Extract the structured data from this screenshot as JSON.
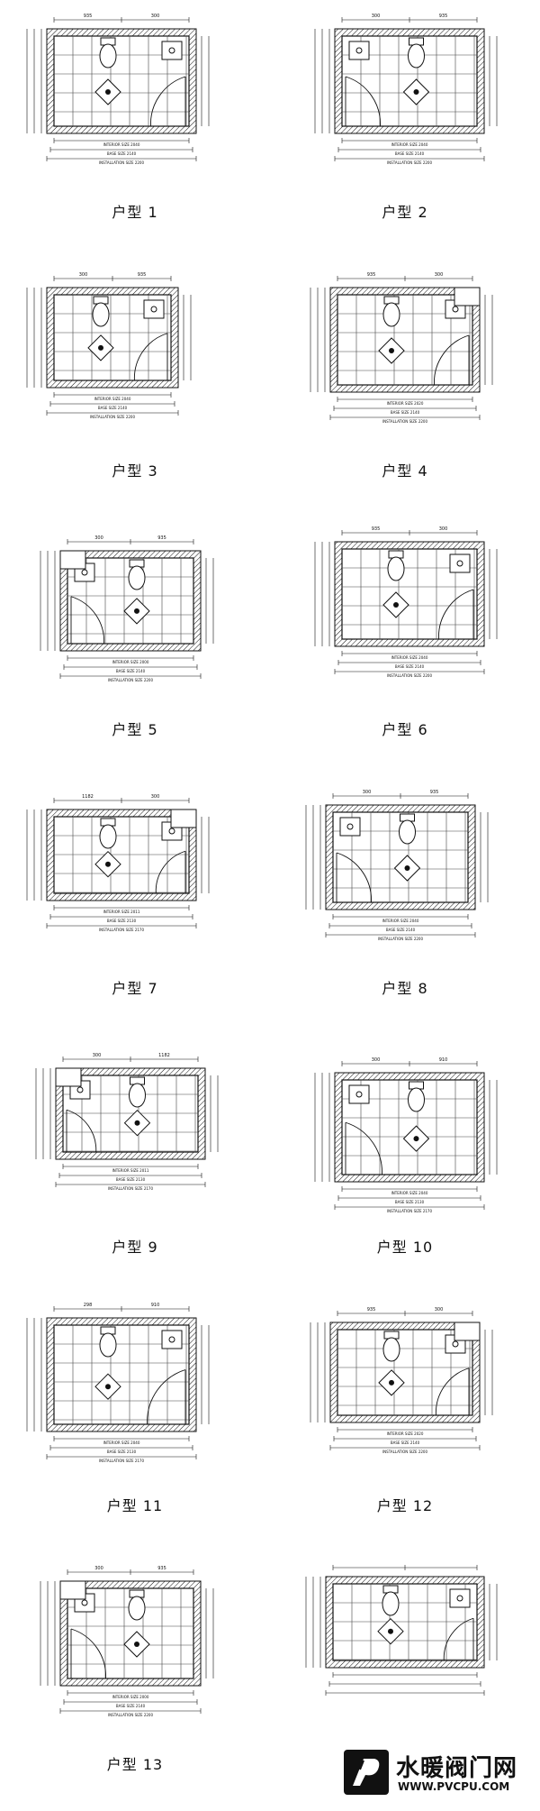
{
  "floorplans": [
    {
      "caption": "户型 1",
      "dims": {
        "top_a": "935",
        "top_b": "300",
        "interior": "INTERIOR SIZE 2040",
        "base": "BASE SIZE 2140",
        "install": "INSTALLATION SIZE 2200"
      }
    },
    {
      "caption": "户型 2",
      "dims": {
        "top_a": "300",
        "top_b": "935",
        "interior": "INTERIOR SIZE 2040",
        "base": "BASE SIZE 2140",
        "install": "INSTALLATION SIZE 2200"
      }
    },
    {
      "caption": "户型 3",
      "dims": {
        "top_a": "300",
        "top_b": "935",
        "interior": "INTERIOR SIZE 2040",
        "base": "BASE SIZE 2140",
        "install": "INSTALLATION SIZE 2200"
      }
    },
    {
      "caption": "户型 4",
      "dims": {
        "top_a": "935",
        "top_b": "300",
        "interior": "INTERIOR SIZE 2020",
        "base": "BASE SIZE 2140",
        "install": "INSTALLATION SIZE 2200"
      }
    },
    {
      "caption": "户型 5",
      "dims": {
        "top_a": "300",
        "top_b": "935",
        "interior": "INTERIOR SIZE 2000",
        "base": "BASE SIZE 2140",
        "install": "INSTALLATION SIZE 2200"
      }
    },
    {
      "caption": "户型 6",
      "dims": {
        "top_a": "935",
        "top_b": "300",
        "interior": "INTERIOR SIZE 2040",
        "base": "BASE SIZE 2140",
        "install": "INSTALLATION SIZE 2200"
      }
    },
    {
      "caption": "户型 7",
      "dims": {
        "top_a": "1182",
        "top_b": "300",
        "interior": "INTERIOR SIZE 2011",
        "base": "BASE SIZE 2130",
        "install": "INSTALLATION SIZE 2170"
      }
    },
    {
      "caption": "户型 8",
      "dims": {
        "top_a": "300",
        "top_b": "935",
        "interior": "INTERIOR SIZE 2040",
        "base": "BASE SIZE 2140",
        "install": "INSTALLATION SIZE 2200"
      }
    },
    {
      "caption": "户型 9",
      "dims": {
        "top_a": "300",
        "top_b": "1182",
        "interior": "INTERIOR SIZE 2011",
        "base": "BASE SIZE 2130",
        "install": "INSTALLATION SIZE 2170"
      }
    },
    {
      "caption": "户型 10",
      "dims": {
        "top_a": "300",
        "top_b": "910",
        "interior": "INTERIOR SIZE 2040",
        "base": "BASE SIZE 2130",
        "install": "INSTALLATION SIZE 2170"
      }
    },
    {
      "caption": "户型 11",
      "dims": {
        "top_a": "298",
        "top_b": "910",
        "interior": "INTERIOR SIZE 2040",
        "base": "BASE SIZE 2130",
        "install": "INSTALLATION SIZE 2170"
      }
    },
    {
      "caption": "户型 12",
      "dims": {
        "top_a": "935",
        "top_b": "300",
        "interior": "INTERIOR SIZE 2020",
        "base": "BASE SIZE 2140",
        "install": "INSTALLATION SIZE 2200"
      }
    },
    {
      "caption": "户型 13",
      "dims": {
        "top_a": "300",
        "top_b": "935",
        "interior": "INTERIOR SIZE 2000",
        "base": "BASE SIZE 2140",
        "install": "INSTALLATION SIZE 2200"
      }
    },
    {
      "caption": "",
      "dims": {
        "top_a": "",
        "top_b": "",
        "interior": "",
        "base": "",
        "install": ""
      }
    }
  ],
  "watermark": {
    "title": "水暖阀门网",
    "url": "WWW.PVCPU.COM"
  },
  "colors": {
    "line": "#111111",
    "tile": "#444444",
    "bg": "#ffffff"
  }
}
